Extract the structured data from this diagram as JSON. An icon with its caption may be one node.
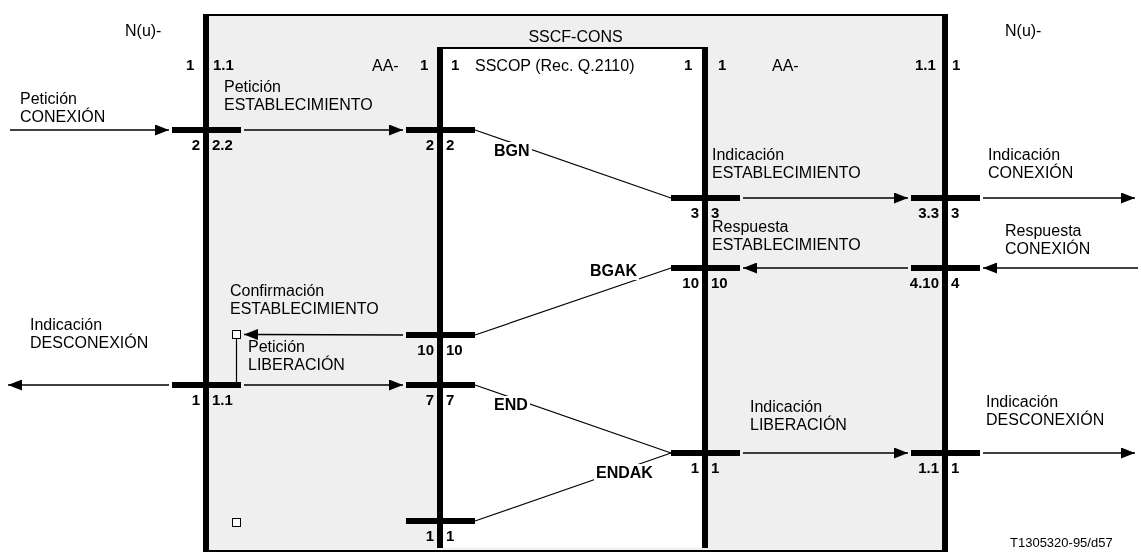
{
  "diagram": {
    "nodes": [
      {
        "text": [
          "SSCF-CONS"
        ]
      },
      {
        "text": [],
        "shape": "bar",
        "beside": [
          "2",
          "2.2"
        ]
      },
      {
        "text": [],
        "shape": "bar",
        "beside": [
          "2",
          "2"
        ],
        "in": 0
      },
      {
        "text": [],
        "shape": "bar",
        "beside": [
          "3",
          "3"
        ],
        "in": 0
      },
      {
        "text": [],
        "shape": "bar",
        "beside": [
          "3.3",
          "3"
        ]
      },
      {
        "text": [],
        "shape": "bar",
        "beside": [
          "4.10",
          "4"
        ]
      },
      {
        "text": [],
        "shape": "bar",
        "beside": [
          "10",
          "10"
        ],
        "in": 0
      },
      {
        "text": [],
        "shape": "box",
        "in": 0
      },
      {
        "text": [],
        "shape": "bar",
        "beside": [
          "10",
          "10"
        ],
        "in": 0
      },
      {
        "text": [],
        "shape": "bar",
        "beside": [
          "1",
          "1.1"
        ]
      },
      {
        "text": [],
        "shape": "bar",
        "beside": [
          "7",
          "7"
        ],
        "in": 0
      },
      {
        "text": [],
        "shape": "bar",
        "beside": [
          "1",
          "1"
        ],
        "in": 0
      },
      {
        "text": [],
        "shape": "bar",
        "beside": [
          "1.1",
          "1"
        ]
      },
      {
        "text": [],
        "shape": "box",
        "in": 0
      },
      {
        "text": [],
        "shape": "bar",
        "beside": [
          "1",
          "1"
        ],
        "in": 0
      }
    ],
    "edges": [
      {
        "from": null,
        "to": 1,
        "arrow": "to",
        "label": "Petición CONEXIÓN"
      },
      {
        "from": 1,
        "to": 2,
        "arrow": "to",
        "label": "Petición ESTABLECIMIENTO"
      },
      {
        "from": 2,
        "to": 3,
        "arrow": "none",
        "label": "BGN"
      },
      {
        "from": 3,
        "to": 4,
        "arrow": "to",
        "label": "Indicación ESTABLECIMIENTO"
      },
      {
        "from": 4,
        "to": null,
        "arrow": "to",
        "label": "Indicación CONEXIÓN"
      },
      {
        "from": null,
        "to": 5,
        "arrow": "to",
        "label": "Respuesta CONEXIÓN"
      },
      {
        "from": 5,
        "to": 6,
        "arrow": "to",
        "label": "Respuesta ESTABLECIMIENTO"
      },
      {
        "from": 6,
        "to": 8,
        "arrow": "none",
        "label": "BGAK"
      },
      {
        "from": 8,
        "to": 7,
        "arrow": "to",
        "label": "Confirmación ESTABLECIMIENTO"
      },
      {
        "from": 9,
        "to": 7,
        "arrow": "none"
      },
      {
        "from": 9,
        "to": null,
        "arrow": "to",
        "label": "Indicación DESCONEXIÓN"
      },
      {
        "from": 9,
        "to": 10,
        "arrow": "to",
        "label": "Petición LIBERACIÓN"
      },
      {
        "from": 10,
        "to": 11,
        "arrow": "none",
        "label": "END"
      },
      {
        "from": 11,
        "to": 14,
        "arrow": "none",
        "label": "ENDAK"
      },
      {
        "from": 11,
        "to": 12,
        "arrow": "to",
        "label": "Indicación LIBERACIÓN"
      },
      {
        "from": 12,
        "to": null,
        "arrow": "to",
        "label": "Indicación DESCONEXIÓN"
      }
    ],
    "labels": [
      "N(u)-",
      "N(u)-",
      "1",
      "1.1",
      "AA-",
      "1",
      "1",
      "SSCOP (Rec. Q.2110)",
      "1",
      "1",
      "AA-",
      "1.1",
      "1",
      "T1305320-95/d57"
    ]
  }
}
